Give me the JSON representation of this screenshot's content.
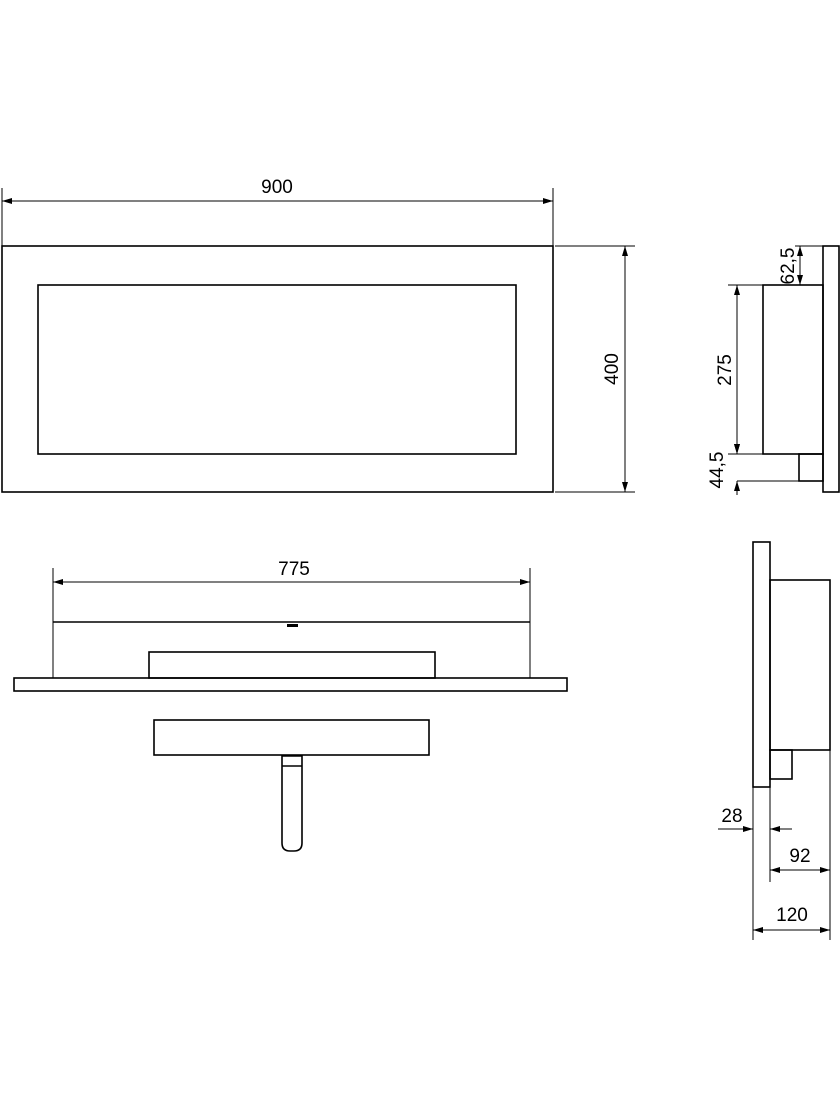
{
  "title": "Technical drawing - dimensions",
  "dimensions": {
    "front_width": "900",
    "front_height": "400",
    "side_top_offset": "62,5",
    "side_body_height": "275",
    "side_bottom_offset": "44,5",
    "top_view_width": "775",
    "side_plate_depth": "28",
    "side_body_depth": "92",
    "side_total_depth": "120"
  },
  "colors": {
    "line": "#000000",
    "background": "#ffffff"
  }
}
